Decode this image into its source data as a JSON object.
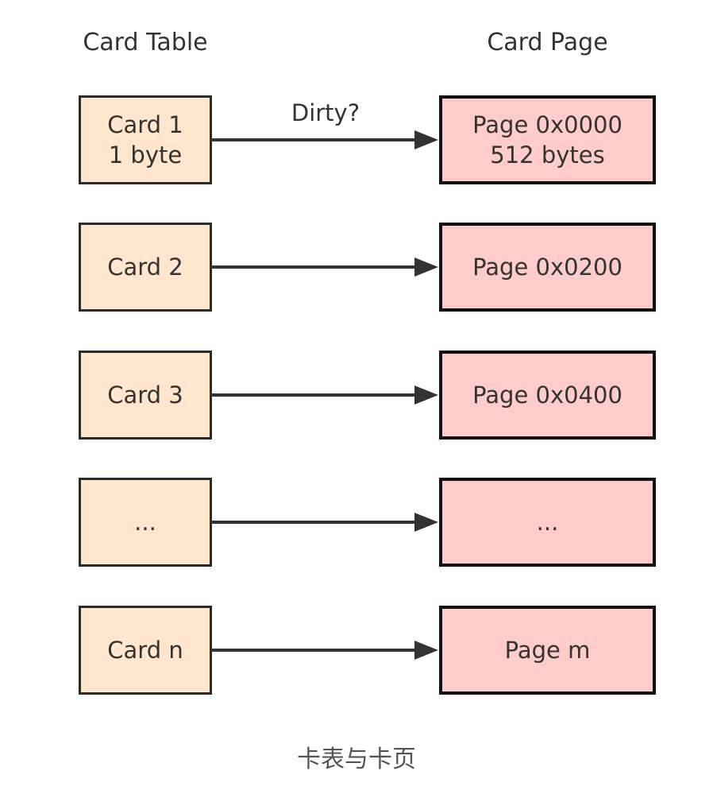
{
  "diagram": {
    "left_header": "Card Table",
    "right_header": "Card Page",
    "edge_label": "Dirty?",
    "caption": "卡表与卡页",
    "rows": [
      {
        "card": [
          "Card 1",
          "1 byte"
        ],
        "page": [
          "Page 0x0000",
          "512 bytes"
        ]
      },
      {
        "card": [
          "Card 2"
        ],
        "page": [
          "Page 0x0200"
        ]
      },
      {
        "card": [
          "Card 3"
        ],
        "page": [
          "Page 0x0400"
        ]
      },
      {
        "card": [
          "..."
        ],
        "page": [
          "..."
        ]
      },
      {
        "card": [
          "Card n"
        ],
        "page": [
          "Page m"
        ]
      }
    ],
    "colors": {
      "card_fill": "#ffe6cc",
      "page_fill": "#ffcccc",
      "stroke": "#2b2b2b",
      "arrow": "#333333"
    }
  }
}
